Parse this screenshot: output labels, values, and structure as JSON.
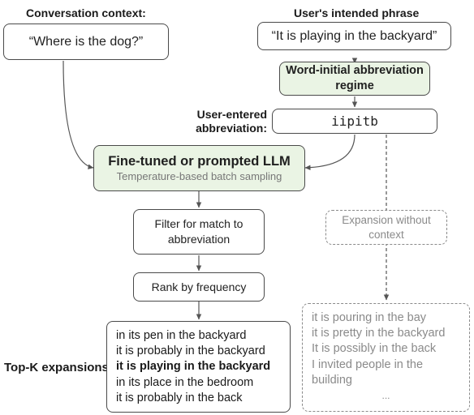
{
  "headings": {
    "context": "Conversation context:",
    "intended": "User's intended phrase",
    "entered": "User-entered\nabbreviation:",
    "topk": "Top-K expansions:"
  },
  "boxes": {
    "context_quote": "“Where is the dog?”",
    "intended_quote": "“It is playing in the backyard”",
    "regime": "Word-initial abbreviation regime",
    "abbreviation": "iipitb",
    "llm_title": "Fine-tuned or prompted LLM",
    "llm_subtitle": "Temperature-based batch sampling",
    "filter": "Filter for match to abbreviation",
    "rank": "Rank by frequency",
    "no_context": "Expansion without context"
  },
  "topk_expansions": [
    "in its pen in the backyard",
    "it is probably in the backyard",
    "it is playing in the backyard",
    "in its place in the bedroom",
    "it is probably in the back"
  ],
  "no_context_expansions": [
    "it is pouring in the bay",
    "it is pretty in the backyard",
    "It is possibly in the back",
    "I invited people in the building",
    "..."
  ],
  "colors": {
    "llm_fill": "#eaf4e4",
    "border": "#4a4a4a",
    "dashed_border": "#8a8a8a",
    "grey_text": "#8a8a8a"
  }
}
